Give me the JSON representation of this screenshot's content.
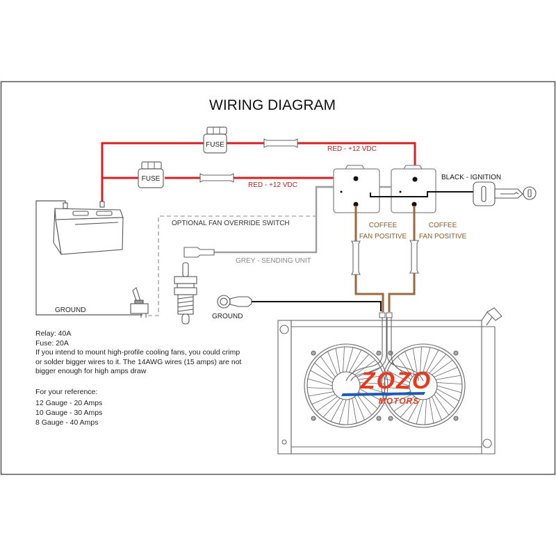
{
  "title": "WIRING DIAGRAM",
  "components": {
    "fuse_top_label": "FUSE",
    "fuse_bottom_label": "FUSE",
    "battery": "battery-icon",
    "relay_left": "relay-icon",
    "relay_right": "relay-icon",
    "ignition_key": "key-icon",
    "override_switch": "toggle-switch-icon",
    "sending_unit": "temperature-sending-unit-icon",
    "ground_ring": "ring-terminal-icon",
    "radiator": "radiator-with-dual-fans-icon"
  },
  "wire_labels": {
    "red_top": "RED - +12 VDC",
    "red_bottom": "RED - +12 VDC",
    "black_ignition": "BLACK - IGNITION",
    "coffee_left_line1": "COFFEE",
    "coffee_left_line2": "FAN POSITIVE",
    "coffee_right_line1": "COFFEE",
    "coffee_right_line2": "FAN POSITIVE",
    "override": "OPTIONAL FAN OVERRIDE SWITCH",
    "grey": "GREY - SENDING UNIT",
    "ground_battery": "GROUND",
    "ground_ring": "GROUND"
  },
  "logo": {
    "main": "ZOZO",
    "sub": "MOTORS",
    "color_main": "#e8391f",
    "color_stripe": "#1a5bb5"
  },
  "colors": {
    "red_wire": "#d42020",
    "coffee_wire": "#9a6a3c",
    "grey_wire": "#a0a0a0",
    "black_wire": "#111111",
    "outline": "#555555"
  },
  "notes": {
    "relay": "Relay: 40A",
    "fuse": "Fuse: 20A",
    "line1": "If you intend to mount high-profile cooling fans, you could crimp",
    "line2": "or solder bigger wires to it. The 14AWG wires (15 amps) are not",
    "line3": "bigger enough for high amps draw"
  },
  "reference": {
    "heading": "For your reference:",
    "rows": [
      "12 Gauge - 20 Amps",
      "10 Gauge - 30 Amps",
      "8 Gauge - 40 Amps"
    ]
  }
}
